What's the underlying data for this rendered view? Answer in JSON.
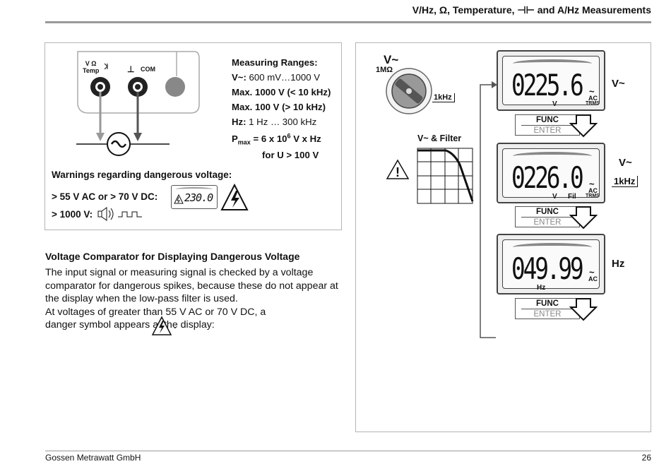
{
  "header": {
    "title": "V/Hz, Ω, Temperature, ⊣⊢ and A/Hz Measurements"
  },
  "footer": {
    "company": "Gossen Metrawatt GmbH",
    "page": "26"
  },
  "terminal_diagram": {
    "left_label_top": "V Ω",
    "left_label_bottom": "Temp",
    "com_label": "COM",
    "ground_symbol": "⊥"
  },
  "ranges": {
    "heading": "Measuring Ranges:",
    "l1_label": "V~:",
    "l1_value": " 600 mV…1000 V",
    "l2": "Max. 1000 V (< 10 kHz)",
    "l3": "Max. 100 V   (> 10 kHz)",
    "l4_label": "Hz:",
    "l4_value": " 1 Hz … 300 kHz",
    "l5_a": "P",
    "l5_sub": "max",
    "l5_b": " = 6 x 10",
    "l5_sup": "6",
    "l5_c": " V x Hz",
    "l6": "for U > 100 V"
  },
  "warnings": {
    "title": "Warnings regarding dangerous voltage:",
    "line1": "> 55 V AC or > 70 V DC:",
    "line2": "> 1000 V:",
    "mini_display": "230.0"
  },
  "comparator": {
    "title": "Voltage Comparator for Displaying Dangerous Voltage",
    "p1": "The input signal or measuring signal is checked by a voltage comparator for dangerous spikes, because these do not appear at the display when the low-pass filter is used.",
    "p2a": "At voltages of greater than 55 V AC or 70 V DC, a danger symbol appears at the display:",
    "p2b": "."
  },
  "right_panel": {
    "switch_label": "V~",
    "switch_sub": "1MΩ",
    "switch_khz": "1kHz",
    "filter_label": "V~ & Filter",
    "displays": [
      {
        "digits": "0225.6",
        "unit": "V",
        "extra": "",
        "ac": "AC",
        "trms": "TRMS",
        "side": "V~",
        "side2": ""
      },
      {
        "digits": "0226.0",
        "unit": "V",
        "extra": "Fil",
        "ac": "AC",
        "trms": "TRMS",
        "side": "V~",
        "side2": "1kHz"
      },
      {
        "digits": "049.99",
        "unit": "Hz",
        "extra": "",
        "ac": "AC",
        "trms": "",
        "side": "Hz",
        "side2": ""
      }
    ],
    "func_label": "FUNC",
    "enter_label": "ENTER"
  }
}
